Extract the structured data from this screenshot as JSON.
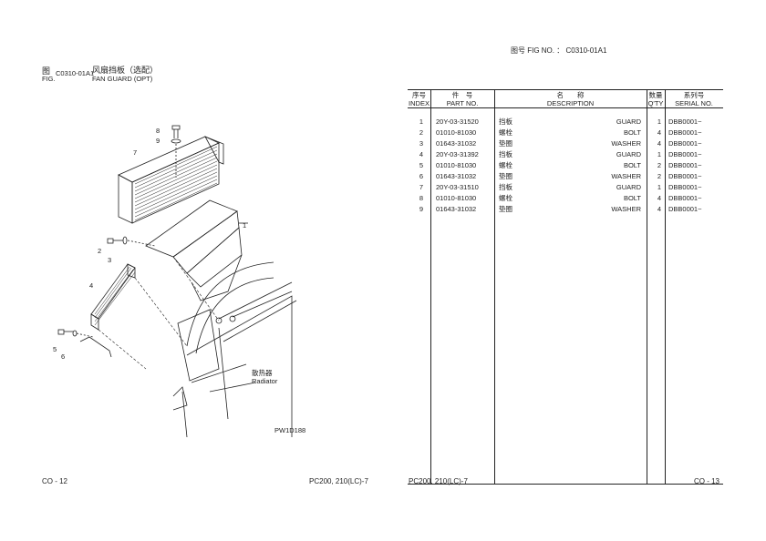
{
  "right_header": {
    "fig_no_label": "图号 FIG NO. ：",
    "fig_no": "C0310-01A1"
  },
  "left_header": {
    "fig_cn": "图",
    "fig_en": "FIG.",
    "fig_code": "C0310-01A1",
    "title_cn": "风扇挡板（选配）",
    "title_en": "FAN GUARD (OPT)"
  },
  "diagram": {
    "callouts": [
      "1",
      "2",
      "3",
      "4",
      "5",
      "6",
      "7",
      "8",
      "9"
    ],
    "radiator_cn": "散热器",
    "radiator_en": "Radiator",
    "drawing_code": "PW1D188"
  },
  "table": {
    "headers": {
      "index_cn": "序号",
      "index_en": "INDEX",
      "part_cn": "件　号",
      "part_en": "PART NO.",
      "desc_cn": "名　　称",
      "desc_en": "DESCRIPTION",
      "qty_cn": "数量",
      "qty_en": "Q'TY",
      "serial_cn": "系列号",
      "serial_en": "SERIAL NO."
    },
    "rows": [
      {
        "index": "1",
        "part": "20Y-03-31520",
        "cn": "挡板",
        "en": "GUARD",
        "qty": "1",
        "serial": "DBB0001~"
      },
      {
        "index": "2",
        "part": "01010-81030",
        "cn": "螺栓",
        "en": "BOLT",
        "qty": "4",
        "serial": "DBB0001~"
      },
      {
        "index": "3",
        "part": "01643-31032",
        "cn": "垫圈",
        "en": "WASHER",
        "qty": "4",
        "serial": "DBB0001~"
      },
      {
        "index": "4",
        "part": "20Y-03-31392",
        "cn": "挡板",
        "en": "GUARD",
        "qty": "1",
        "serial": "DBB0001~"
      },
      {
        "index": "5",
        "part": "01010-81030",
        "cn": "螺栓",
        "en": "BOLT",
        "qty": "2",
        "serial": "DBB0001~"
      },
      {
        "index": "6",
        "part": "01643-31032",
        "cn": "垫圈",
        "en": "WASHER",
        "qty": "2",
        "serial": "DBB0001~"
      },
      {
        "index": "7",
        "part": "20Y-03-31510",
        "cn": "挡板",
        "en": "GUARD",
        "qty": "1",
        "serial": "DBB0001~"
      },
      {
        "index": "8",
        "part": "01010-81030",
        "cn": "螺栓",
        "en": "BOLT",
        "qty": "4",
        "serial": "DBB0001~"
      },
      {
        "index": "9",
        "part": "01643-31032",
        "cn": "垫圈",
        "en": "WASHER",
        "qty": "4",
        "serial": "DBB0001~"
      }
    ]
  },
  "footer": {
    "left_page": "CO - 12",
    "left_model": "PC200, 210(LC)-7",
    "right_model": "PC200, 210(LC)-7",
    "right_page": "CO - 13"
  }
}
